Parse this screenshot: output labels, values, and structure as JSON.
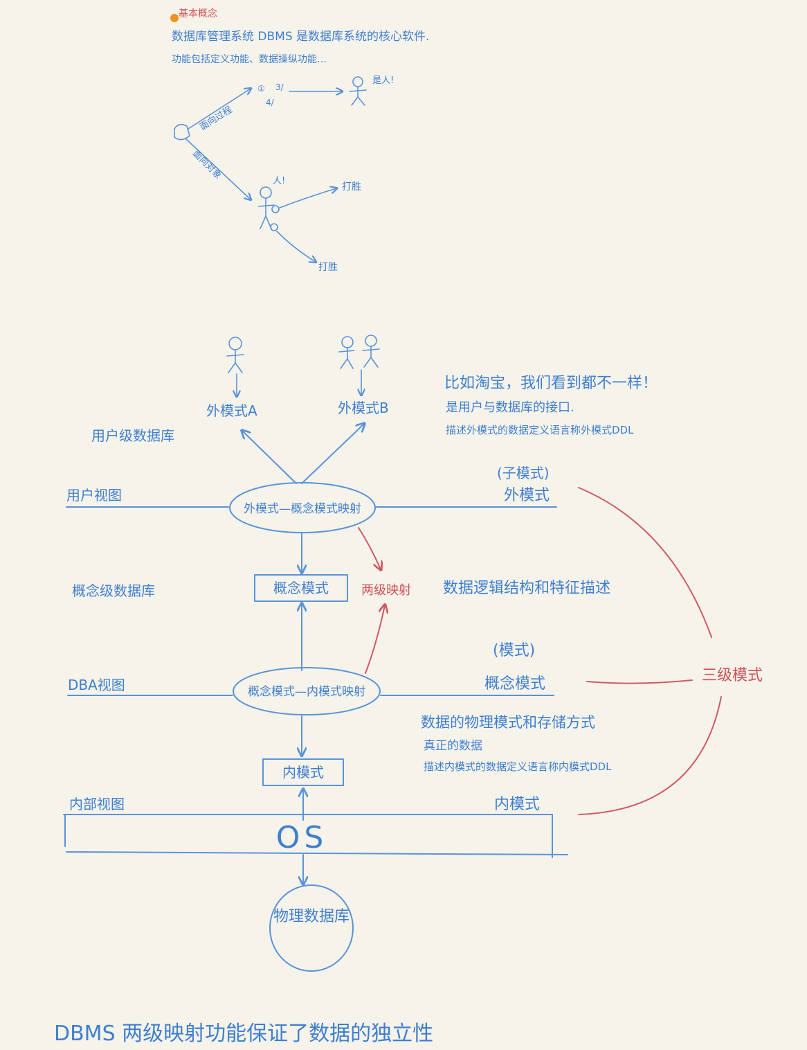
{
  "colors": {
    "ink_blue": "#3f7fd0",
    "ink_red": "#d0505a",
    "paper": "#f5f3ea",
    "dot_orange": "#f0921e"
  },
  "intro": {
    "heading": "基本概念",
    "line1": "数据库管理系统 DBMS 是数据库系统的核心软件.",
    "line2": "功能包括定义功能、数据操纵功能…",
    "branch_process": "面向过程",
    "branch_object": "面向对象",
    "step_note_1": "①",
    "step_note_2": "3/",
    "step_note_3": "4/",
    "person_label_top": "是人!",
    "person_label_bottom": "人!",
    "action_1": "打胜",
    "action_2": "打胜"
  },
  "diagram": {
    "ext_a": "外模式A",
    "ext_b": "外模式B",
    "user_db": "用户级数据库",
    "user_view": "用户视图",
    "map_ext_con": "外模式—概念模式映射",
    "conceptual_box": "概念模式",
    "two_level_mapping": "两级映射",
    "conceptual_db": "概念级数据库",
    "dba_view": "DBA视图",
    "map_con_int": "概念模式—内模式映射",
    "internal_box": "内模式",
    "internal_view": "内部视图",
    "os": "OS",
    "physical_db": "物理数据库"
  },
  "annotations": {
    "ext_note_1": "比如淘宝，我们看到都不一样！",
    "ext_note_2": "是用户与数据库的接口.",
    "ext_note_3": "描述外模式的数据定义语言称外模式DDL",
    "sub_schema_paren": "(子模式)",
    "ext_schema": "外模式",
    "con_note": "数据逻辑结构和特征描述",
    "schema_paren": "(模式)",
    "con_schema": "概念模式",
    "int_note_1": "数据的物理模式和存储方式",
    "int_note_2": "真正的数据",
    "int_note_3": "描述内模式的数据定义语言称内模式DDL",
    "int_schema": "内模式",
    "three_level": "三级模式"
  },
  "footer": {
    "conclusion": "DBMS 两级映射功能保证了数据的独立性"
  }
}
